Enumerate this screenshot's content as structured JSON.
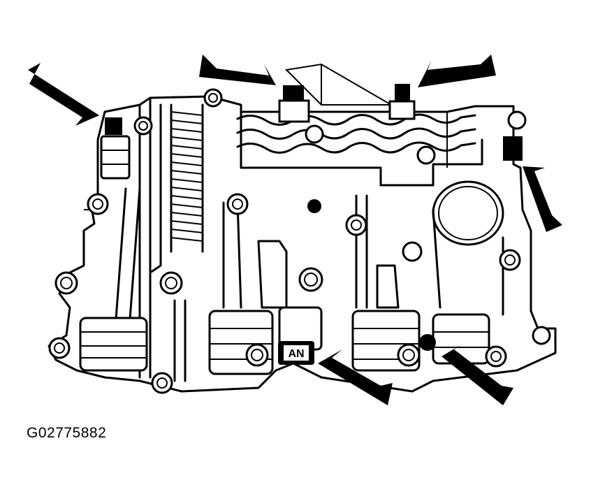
{
  "figure": {
    "caption": "G02775882",
    "connector_label": "AN",
    "line_color": "#000000",
    "background_color": "#ffffff",
    "callout_arrows": 6
  }
}
